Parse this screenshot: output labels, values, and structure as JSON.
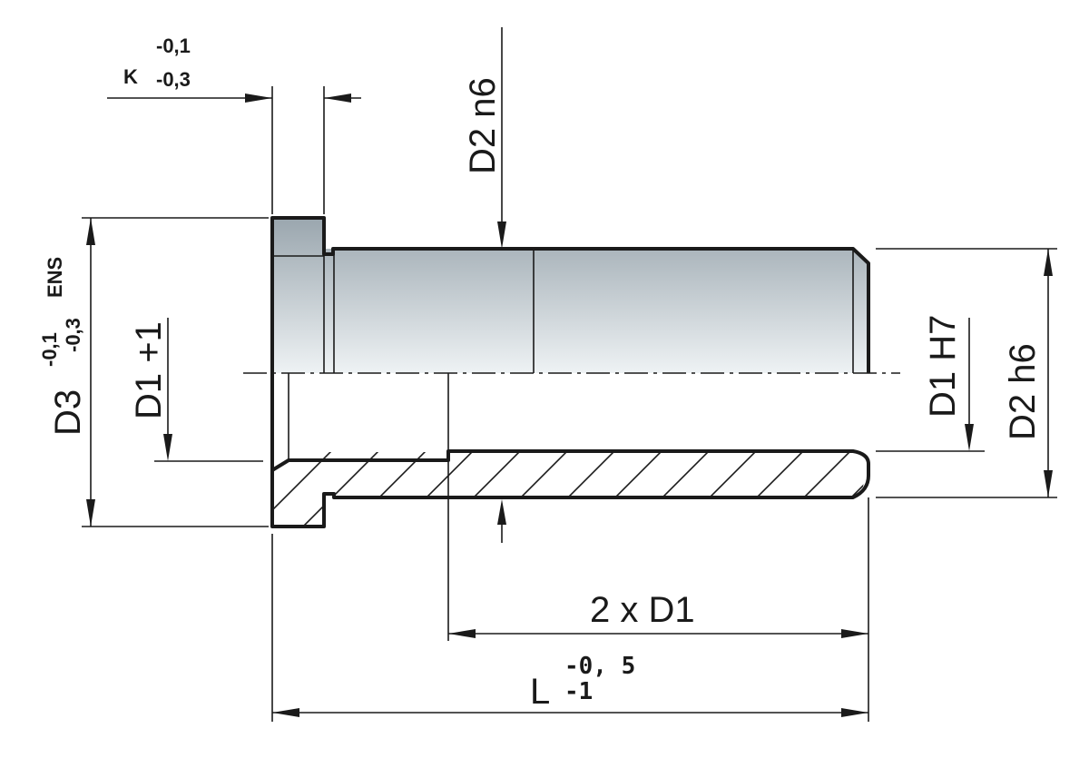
{
  "labels": {
    "k": "K",
    "k_tol_upper": "-0,1",
    "k_tol_lower": "-0,3",
    "d2_n6": "D2 n6",
    "d3": "D3",
    "d3_tol_upper": "-0,1",
    "d3_tol_lower": "-0,3",
    "ens": "ENS",
    "d1_plus1": "D1 +1",
    "d1_h7": "D1 H7",
    "d2_h6": "D2 h6",
    "two_x_d1": "2 x D1",
    "l": "L",
    "l_tol_upper": "-0, 5",
    "l_tol_lower": "-1"
  },
  "colors": {
    "line": "#1a1a1a",
    "body_top": "#9aa6ae",
    "body_bottom": "#eef2f4"
  }
}
